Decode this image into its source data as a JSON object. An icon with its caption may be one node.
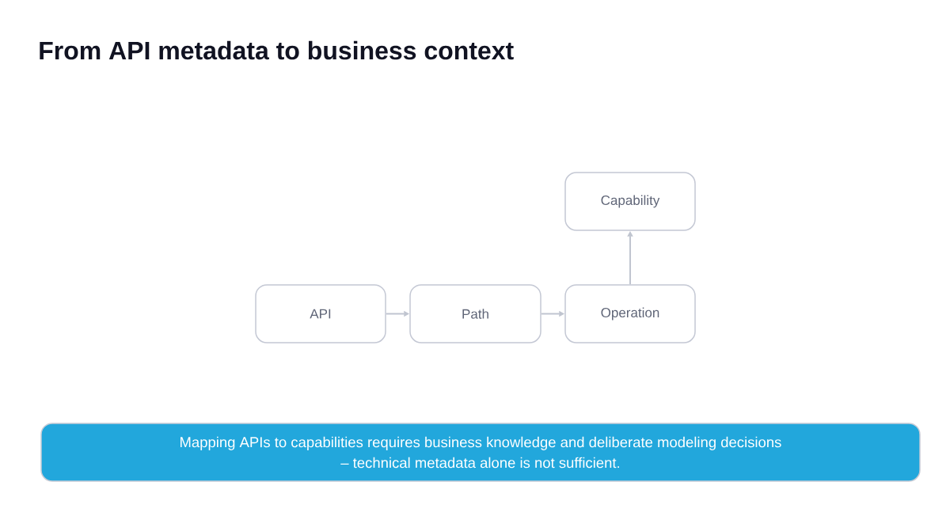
{
  "diagram": {
    "title": "From API metadata to business context",
    "nodes": [
      {
        "text": [
          "API"
        ]
      },
      {
        "text": [
          "Path"
        ]
      },
      {
        "text": [
          "Operation"
        ]
      },
      {
        "text": [
          "Capability"
        ]
      },
      {
        "text": [
          "Mapping APIs to capabilities requires business knowledge and deliberate modeling decisions – technical metadata alone is not sufficient."
        ]
      }
    ],
    "edges": [
      {
        "from": 0,
        "to": 1,
        "arrow": "to"
      },
      {
        "from": 1,
        "to": 2,
        "arrow": "to"
      },
      {
        "from": 2,
        "to": 3,
        "arrow": "to"
      }
    ]
  }
}
